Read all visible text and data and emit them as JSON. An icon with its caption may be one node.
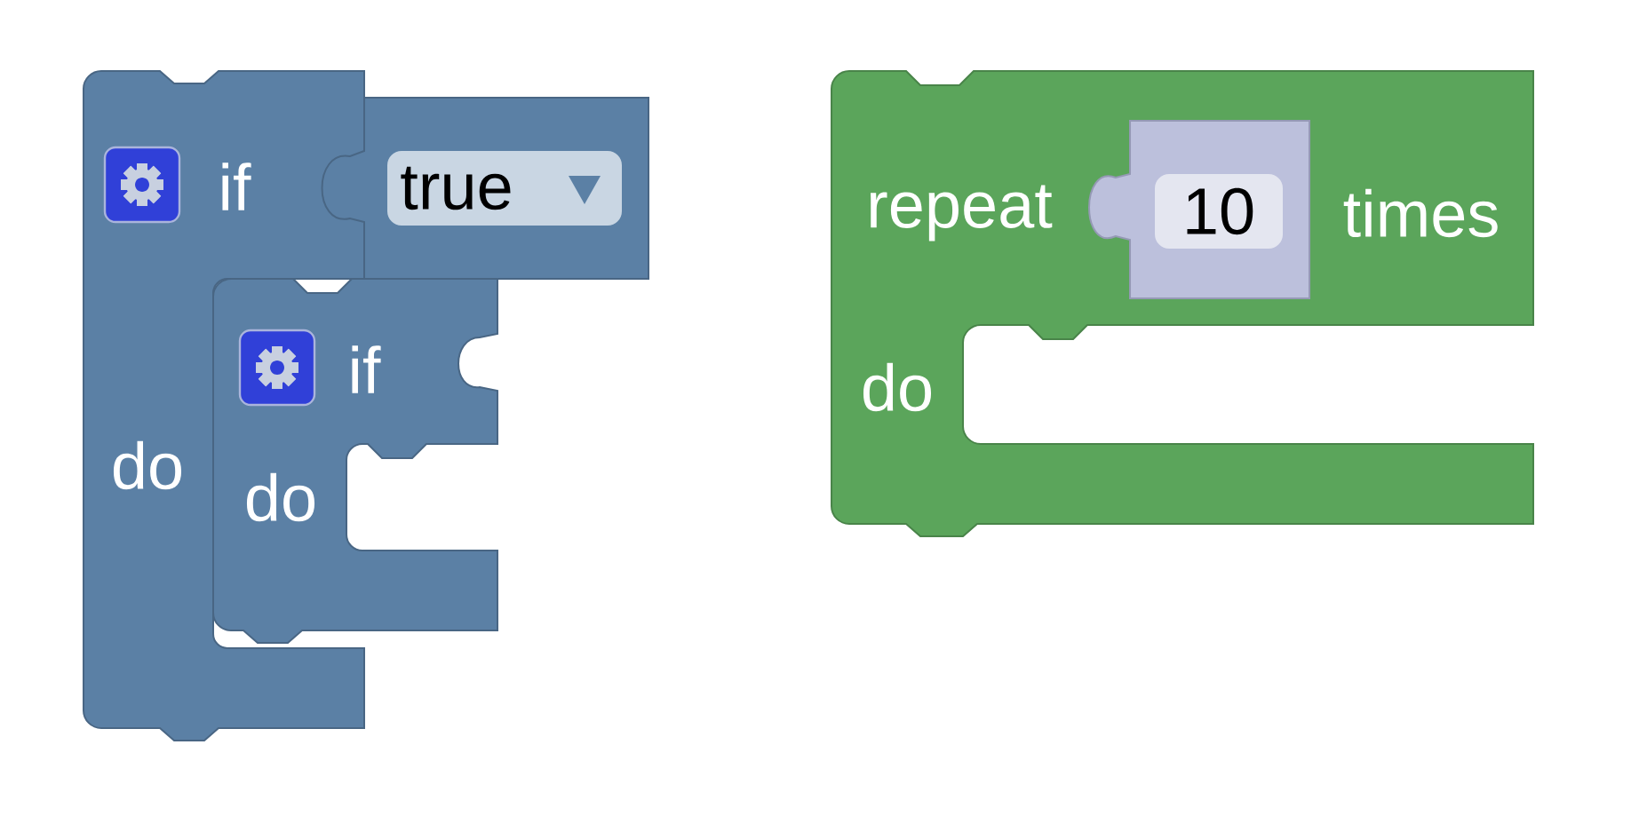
{
  "diagram": {
    "nodes": [
      {
        "text": [
          "if",
          "do"
        ]
      },
      {
        "text": [
          "true"
        ]
      },
      {
        "text": [
          "if",
          "do"
        ]
      },
      {
        "text": [
          "repeat",
          "times",
          "do"
        ]
      },
      {
        "text": [
          "10"
        ],
        "in": 3
      }
    ]
  }
}
